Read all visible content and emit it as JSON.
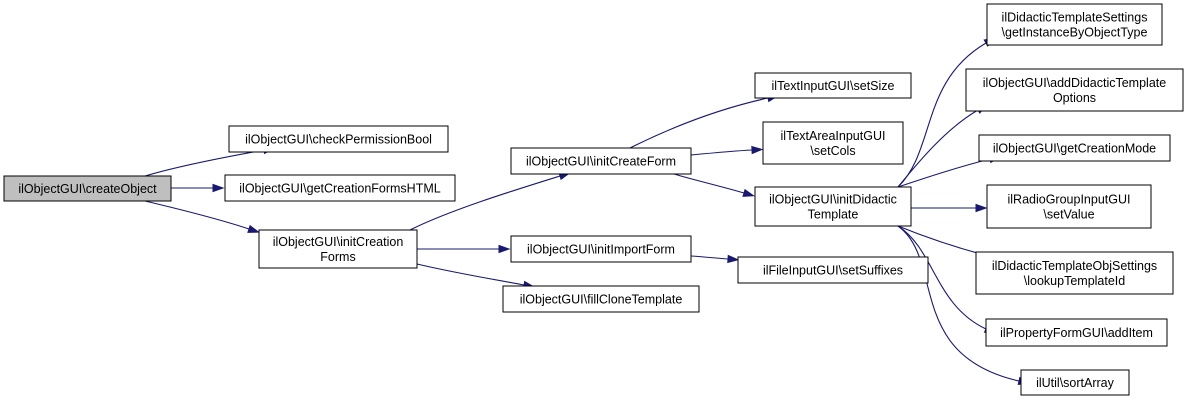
{
  "colors": {
    "node_fill": "#ffffff",
    "root_fill": "#bfbfbf",
    "node_border": "#000000",
    "edge": "#191970"
  },
  "nodes": {
    "createObject": [
      "ilObjectGUI\\createObject"
    ],
    "checkPermissionBool": [
      "ilObjectGUI\\checkPermissionBool"
    ],
    "getCreationFormsHTML": [
      "ilObjectGUI\\getCreationFormsHTML"
    ],
    "initCreationForms": [
      "ilObjectGUI\\initCreation",
      "Forms"
    ],
    "initCreateForm": [
      "ilObjectGUI\\initCreateForm"
    ],
    "initImportForm": [
      "ilObjectGUI\\initImportForm"
    ],
    "fillCloneTemplate": [
      "ilObjectGUI\\fillCloneTemplate"
    ],
    "setSize": [
      "ilTextInputGUI\\setSize"
    ],
    "setCols": [
      "ilTextAreaInputGUI",
      "\\setCols"
    ],
    "initDidacticTemplate": [
      "ilObjectGUI\\initDidactic",
      "Template"
    ],
    "setSuffixes": [
      "ilFileInputGUI\\setSuffixes"
    ],
    "getInstanceByObjectType": [
      "ilDidacticTemplateSettings",
      "\\getInstanceByObjectType"
    ],
    "addDidacticTemplateOptions": [
      "ilObjectGUI\\addDidacticTemplate",
      "Options"
    ],
    "getCreationMode": [
      "ilObjectGUI\\getCreationMode"
    ],
    "setValue": [
      "ilRadioGroupInputGUI",
      "\\setValue"
    ],
    "lookupTemplateId": [
      "ilDidacticTemplateObjSettings",
      "\\lookupTemplateId"
    ],
    "addItem": [
      "ilPropertyFormGUI\\addItem"
    ],
    "sortArray": [
      "ilUtil\\sortArray"
    ]
  },
  "root_node": "createObject",
  "edges": [
    [
      "createObject",
      "checkPermissionBool"
    ],
    [
      "createObject",
      "getCreationFormsHTML"
    ],
    [
      "createObject",
      "initCreationForms"
    ],
    [
      "initCreationForms",
      "initCreateForm"
    ],
    [
      "initCreationForms",
      "initImportForm"
    ],
    [
      "initCreationForms",
      "fillCloneTemplate"
    ],
    [
      "initCreateForm",
      "setSize"
    ],
    [
      "initCreateForm",
      "setCols"
    ],
    [
      "initCreateForm",
      "initDidacticTemplate"
    ],
    [
      "initImportForm",
      "setSuffixes"
    ],
    [
      "initDidacticTemplate",
      "getInstanceByObjectType"
    ],
    [
      "initDidacticTemplate",
      "addDidacticTemplateOptions"
    ],
    [
      "initDidacticTemplate",
      "getCreationMode"
    ],
    [
      "initDidacticTemplate",
      "setValue"
    ],
    [
      "initDidacticTemplate",
      "lookupTemplateId"
    ],
    [
      "initDidacticTemplate",
      "addItem"
    ],
    [
      "initDidacticTemplate",
      "sortArray"
    ]
  ]
}
